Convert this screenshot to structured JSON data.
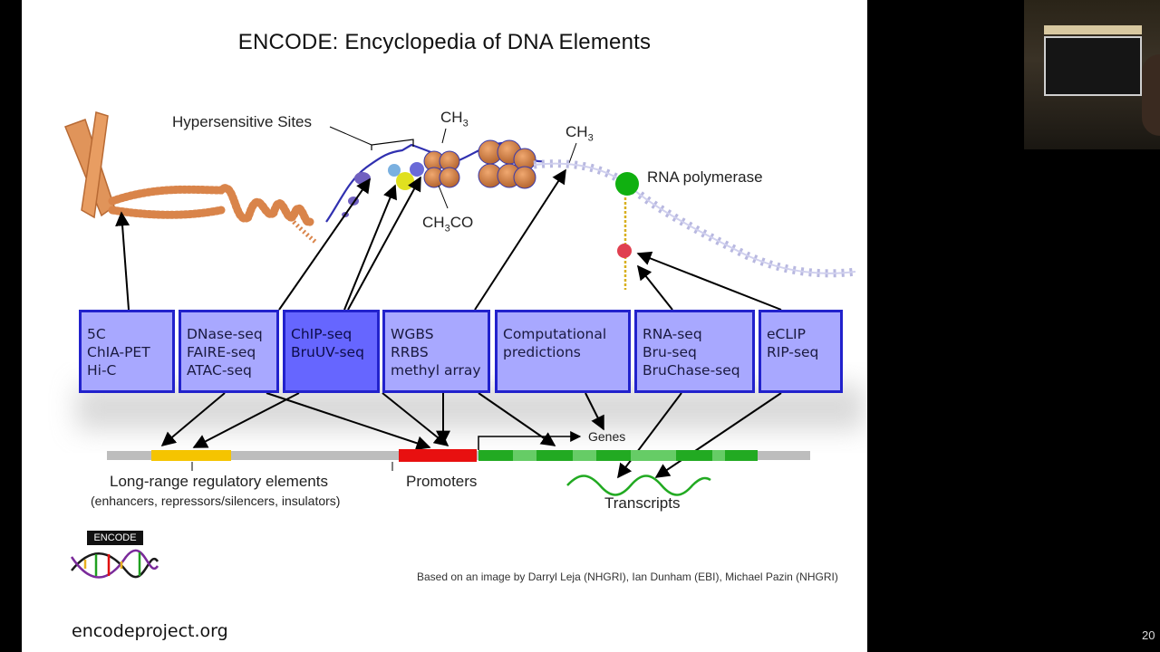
{
  "slide": {
    "title": "ENCODE: Encyclopedia of DNA Elements",
    "credit": "Based on an image by Darryl Leja (NHGRI), Ian Dunham (EBI), Michael Pazin (NHGRI)",
    "url": "encodeproject.org",
    "logo_text": "ENCODE",
    "page_number": "20"
  },
  "diagram": {
    "labels": {
      "hypersensitive_sites": "Hypersensitive Sites",
      "rna_polymerase": "RNA polymerase",
      "genes": "Genes",
      "transcripts": "Transcripts",
      "promoters": "Promoters",
      "long_range": "Long-range regulatory elements",
      "long_range_sub": "(enhancers, repressors/silencers, insulators)"
    },
    "assays": [
      {
        "lines": [
          "5C",
          "ChIA-PET",
          "Hi-C"
        ]
      },
      {
        "lines": [
          "DNase-seq",
          "FAIRE-seq",
          "ATAC-seq"
        ]
      },
      {
        "lines": [
          "ChIP-seq",
          "BruUV-seq"
        ],
        "highlighted": true
      },
      {
        "lines": [
          "WGBS",
          "RRBS",
          "methyl array"
        ]
      },
      {
        "lines": [
          "Computational",
          "predictions"
        ]
      },
      {
        "lines": [
          "RNA-seq",
          "Bru-seq",
          "BruChase-seq"
        ]
      },
      {
        "lines": [
          "eCLIP",
          "RIP-seq"
        ]
      }
    ]
  },
  "colors": {
    "assay_fill": "#a8a8ff",
    "assay_highlight": "#6666ff",
    "assay_border": "#2222cc",
    "chromosome": "#e0945a",
    "promoter": "#e81010",
    "enhancer": "#f5c400",
    "gene": "#22aa22"
  }
}
